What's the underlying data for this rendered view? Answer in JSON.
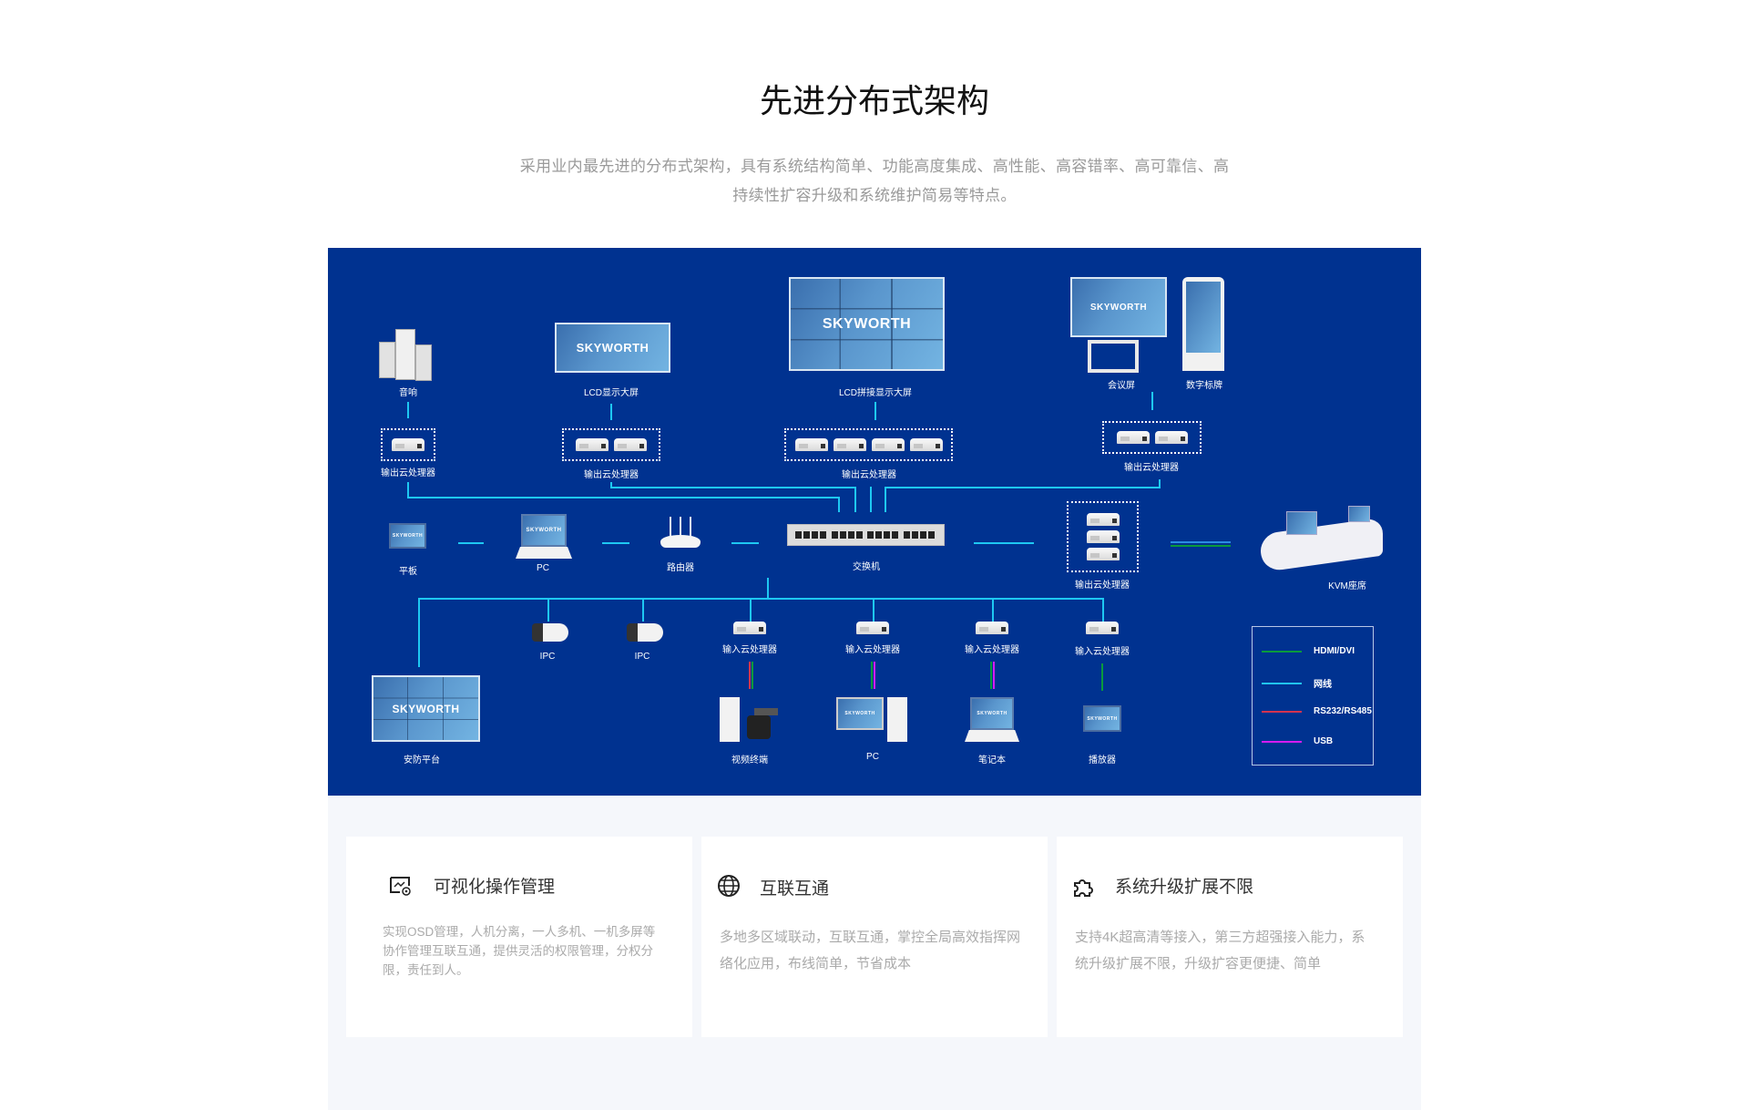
{
  "header": {
    "title": "先进分布式架构",
    "subtitle_line1": "采用业内最先进的分布式架构，具有系统结构简单、功能高度集成、高性能、高容错率、高可靠信、高",
    "subtitle_line2": "持续性扩容升级和系统维护简易等特点。"
  },
  "diagram": {
    "brand": "SKYWORTH",
    "labels": {
      "speaker": "音响",
      "lcd": "LCD显示大屏",
      "lcd_wall": "LCD拼接显示大屏",
      "meeting": "会议屏",
      "signage": "数字标牌",
      "output_processor": "输出云处理器",
      "tablet": "平板",
      "pc": "PC",
      "router": "路由器",
      "switch": "交换机",
      "kvm": "KVM座席",
      "ipc": "IPC",
      "input_processor": "输入云处理器",
      "security": "安防平台",
      "video_terminal": "视频终端",
      "laptop": "笔记本",
      "player": "播放器"
    },
    "legend": [
      {
        "label": "HDMI/DVI",
        "color": "#0a9a3c"
      },
      {
        "label": "网线",
        "color": "#21c4f0"
      },
      {
        "label": "RS232/RS485",
        "color": "#d4344f"
      },
      {
        "label": "USB",
        "color": "#d51cf0"
      }
    ]
  },
  "features": [
    {
      "title": "可视化操作管理",
      "icon": "monitor-gear-icon",
      "desc": "实现OSD管理，人机分离，一人多机、一机多屏等协作管理互联互通，提供灵活的权限管理，分权分限，责任到人。"
    },
    {
      "title": "互联互通",
      "icon": "globe-icon",
      "desc": "多地多区域联动，互联互通，掌控全局高效指挥网络化应用，布线简单，节省成本"
    },
    {
      "title": "系统升级扩展不限",
      "icon": "puzzle-icon",
      "desc": "支持4K超高清等接入，第三方超强接入能力，系统升级扩展不限，升级扩容更便捷、简单"
    }
  ]
}
